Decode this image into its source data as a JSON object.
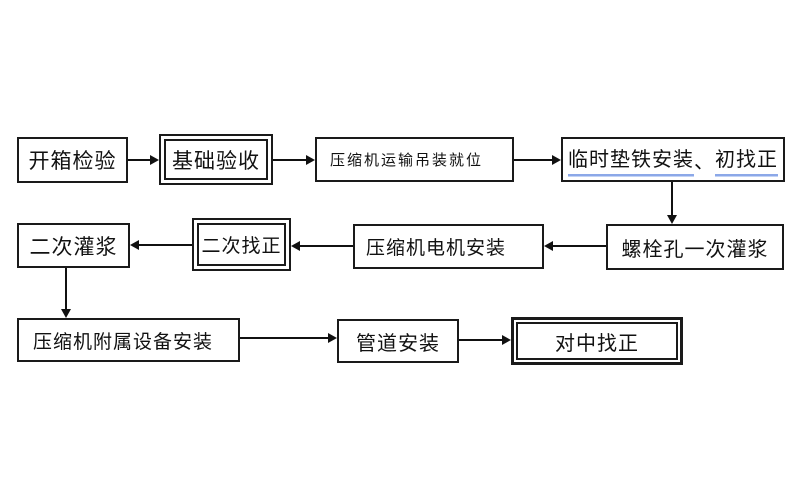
{
  "diagram": {
    "type": "flowchart",
    "background_color": "#ffffff",
    "box_border_color": "#1a1a1a",
    "arrow_color": "#111111",
    "underline_color": "#8ca8e8",
    "nodes": {
      "unpacking": {
        "label": "开箱检验",
        "shape": "rect"
      },
      "foundation": {
        "label": "基础验收",
        "shape": "double-rect"
      },
      "transport": {
        "label": "压缩机运输吊装就位",
        "shape": "rect"
      },
      "temp_pads": {
        "seg_underline_1": "临时垫铁安装",
        "separator": "、",
        "seg_underline_2": "初找正",
        "shape": "rect"
      },
      "second_grouting": {
        "label": "二次灌浆",
        "shape": "rect"
      },
      "second_align": {
        "label": "二次找正",
        "shape": "double-rect"
      },
      "motor": {
        "label": "压缩机电机安装",
        "shape": "rect"
      },
      "bolt_grouting": {
        "label": "螺栓孔一次灌浆",
        "shape": "rect"
      },
      "aux": {
        "label": "压缩机附属设备安装",
        "shape": "rect"
      },
      "pipe": {
        "label": "管道安装",
        "shape": "rect"
      },
      "centering": {
        "label": "对中找正",
        "shape": "double-rect-bold"
      }
    },
    "edges": [
      {
        "from": "开箱检验",
        "to": "基础验收",
        "direction": "right"
      },
      {
        "from": "基础验收",
        "to": "压缩机运输吊装就位",
        "direction": "right"
      },
      {
        "from": "压缩机运输吊装就位",
        "to": "临时垫铁安装、初找正",
        "direction": "right"
      },
      {
        "from": "临时垫铁安装、初找正",
        "to": "螺栓孔一次灌浆",
        "direction": "down"
      },
      {
        "from": "螺栓孔一次灌浆",
        "to": "压缩机电机安装",
        "direction": "left"
      },
      {
        "from": "压缩机电机安装",
        "to": "二次找正",
        "direction": "left"
      },
      {
        "from": "二次找正",
        "to": "二次灌浆",
        "direction": "left"
      },
      {
        "from": "二次灌浆",
        "to": "压缩机附属设备安装",
        "direction": "down"
      },
      {
        "from": "压缩机附属设备安装",
        "to": "管道安装",
        "direction": "right"
      },
      {
        "from": "管道安装",
        "to": "对中找正",
        "direction": "right"
      }
    ]
  }
}
